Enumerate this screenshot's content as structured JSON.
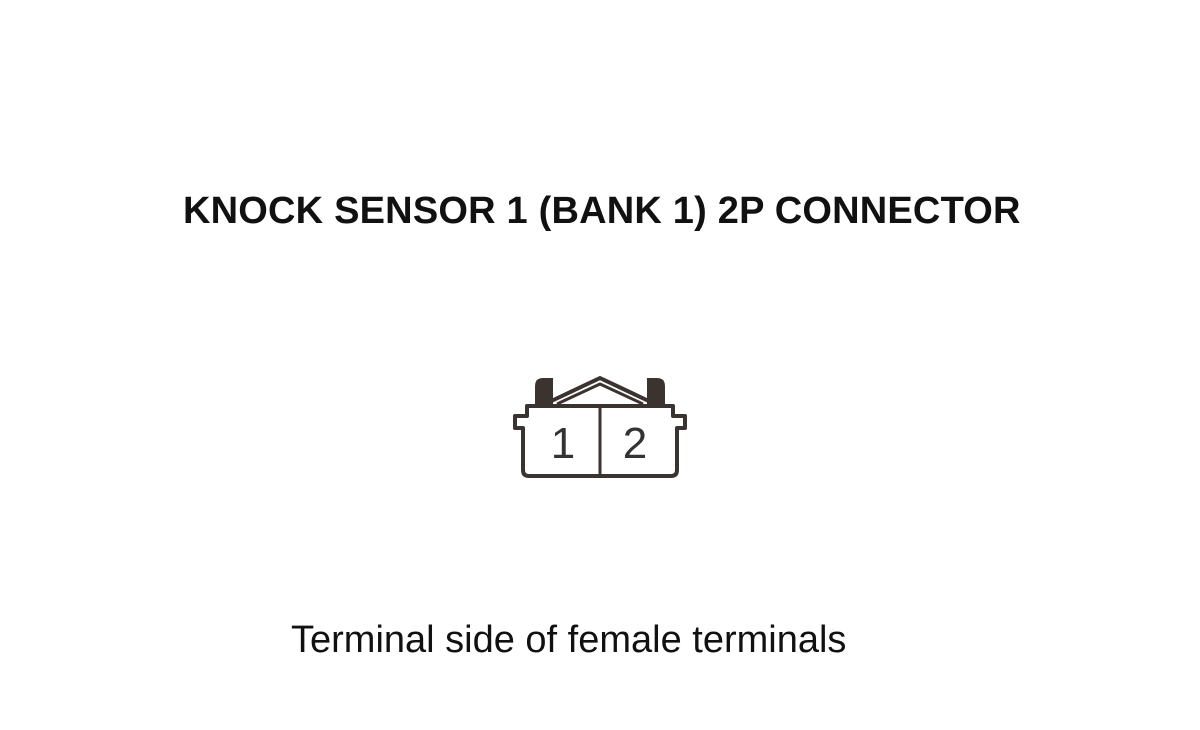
{
  "title": "KNOCK SENSOR 1 (BANK 1) 2P CONNECTOR",
  "connector": {
    "pins": [
      "1",
      "2"
    ]
  },
  "caption": "Terminal side of female terminals",
  "colors": {
    "outline": "#3a3330",
    "text": "#111111"
  }
}
